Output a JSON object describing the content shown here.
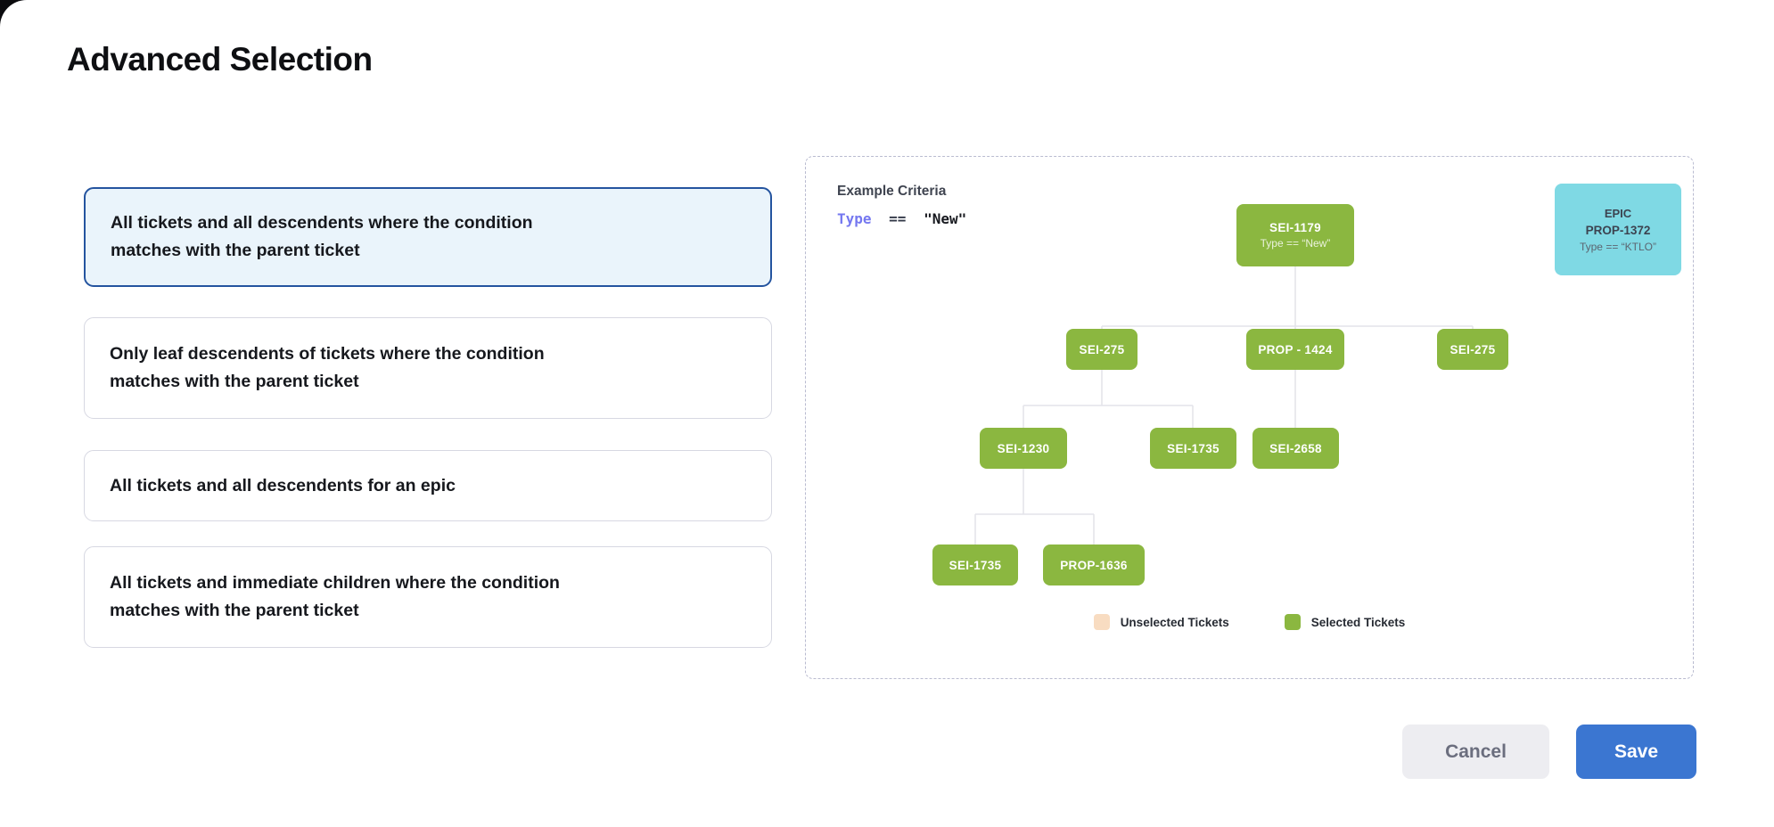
{
  "title": "Advanced Selection",
  "options": [
    {
      "label": "All tickets and all descendents where the condition matches with the parent ticket",
      "selected": true
    },
    {
      "label": "Only leaf descendents of tickets where the condition matches with the parent ticket",
      "selected": false
    },
    {
      "label": "All tickets and all descendents for an epic",
      "selected": false
    },
    {
      "label": "All tickets and immediate children where the condition matches with the parent ticket",
      "selected": false
    }
  ],
  "example": {
    "heading": "Example Criteria",
    "criteria": {
      "field": "Type",
      "operator": "==",
      "value": "\"New\""
    },
    "epic_card": {
      "line1": "EPIC",
      "line2": "PROP-1372",
      "line3": "Type == “KTLO”"
    },
    "tree": {
      "root": {
        "id": "SEI-1179",
        "condition": "Type == “New”"
      },
      "level2": [
        "SEI-275",
        "PROP - 1424",
        "SEI-275"
      ],
      "level3": [
        "SEI-1230",
        "SEI-1735",
        "SEI-2658"
      ],
      "level4": [
        "SEI-1735",
        "PROP-1636"
      ]
    },
    "legend": [
      {
        "label": "Unselected Tickets",
        "color": "#f8dcc1"
      },
      {
        "label": "Selected Tickets",
        "color": "#8bb740"
      }
    ]
  },
  "footer": {
    "cancel_label": "Cancel",
    "save_label": "Save"
  },
  "colors": {
    "selected_card_border": "#24549f",
    "selected_card_bg": "#eaf4fb",
    "node_green": "#8bb740",
    "epic_cyan": "#7fd9e4",
    "unselected_peach": "#f8dcc1",
    "save_blue": "#3b76d1",
    "criteria_field_purple": "#7578f0",
    "connector_gray": "#e4e4ea"
  }
}
